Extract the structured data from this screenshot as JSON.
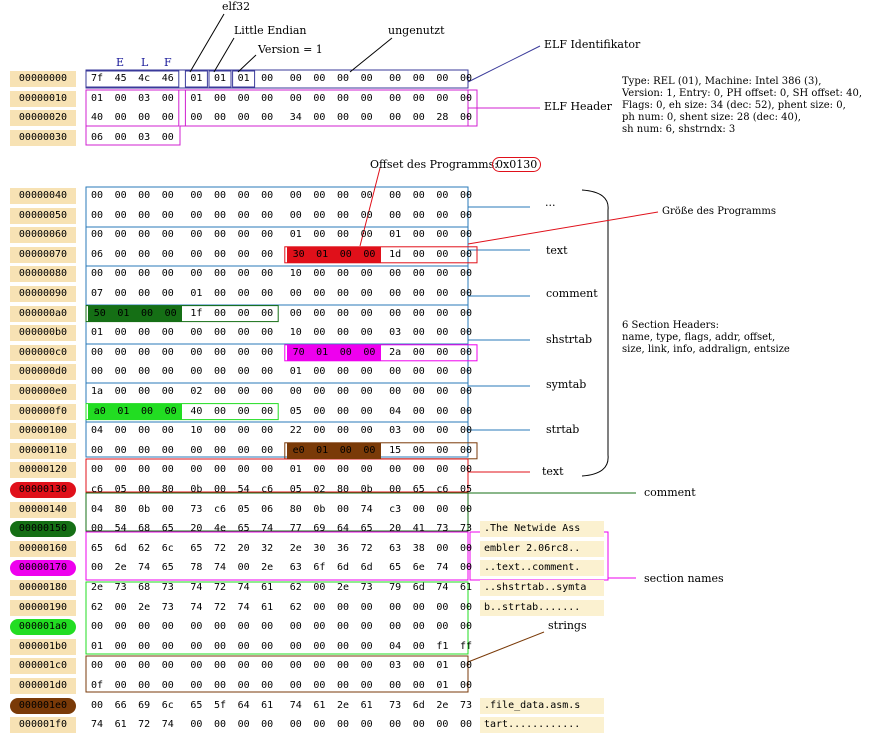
{
  "letters": [
    "E",
    "L",
    "F"
  ],
  "header_rows": [
    {
      "addr": "00000000",
      "bytes": [
        "7f",
        "45",
        "4c",
        "46",
        "01",
        "01",
        "01",
        "00",
        "00",
        "00",
        "00",
        "00",
        "00",
        "00",
        "00",
        "00"
      ]
    },
    {
      "addr": "00000010",
      "bytes": [
        "01",
        "00",
        "03",
        "00",
        "01",
        "00",
        "00",
        "00",
        "00",
        "00",
        "00",
        "00",
        "00",
        "00",
        "00",
        "00"
      ]
    },
    {
      "addr": "00000020",
      "bytes": [
        "40",
        "00",
        "00",
        "00",
        "00",
        "00",
        "00",
        "00",
        "34",
        "00",
        "00",
        "00",
        "00",
        "00",
        "28",
        "00"
      ]
    },
    {
      "addr": "00000030",
      "bytes": [
        "06",
        "00",
        "03",
        "00"
      ]
    }
  ],
  "section_rows": [
    {
      "addr": "00000040",
      "bytes": [
        "00",
        "00",
        "00",
        "00",
        "00",
        "00",
        "00",
        "00",
        "00",
        "00",
        "00",
        "00",
        "00",
        "00",
        "00",
        "00"
      ]
    },
    {
      "addr": "00000050",
      "bytes": [
        "00",
        "00",
        "00",
        "00",
        "00",
        "00",
        "00",
        "00",
        "00",
        "00",
        "00",
        "00",
        "00",
        "00",
        "00",
        "00"
      ]
    },
    {
      "addr": "00000060",
      "bytes": [
        "00",
        "00",
        "00",
        "00",
        "00",
        "00",
        "00",
        "00",
        "01",
        "00",
        "00",
        "00",
        "01",
        "00",
        "00",
        "00"
      ]
    },
    {
      "addr": "00000070",
      "bytes": [
        "06",
        "00",
        "00",
        "00",
        "00",
        "00",
        "00",
        "00",
        "30",
        "01",
        "00",
        "00",
        "1d",
        "00",
        "00",
        "00"
      ]
    },
    {
      "addr": "00000080",
      "bytes": [
        "00",
        "00",
        "00",
        "00",
        "00",
        "00",
        "00",
        "00",
        "10",
        "00",
        "00",
        "00",
        "00",
        "00",
        "00",
        "00"
      ]
    },
    {
      "addr": "00000090",
      "bytes": [
        "07",
        "00",
        "00",
        "00",
        "01",
        "00",
        "00",
        "00",
        "00",
        "00",
        "00",
        "00",
        "00",
        "00",
        "00",
        "00"
      ]
    },
    {
      "addr": "000000a0",
      "bytes": [
        "50",
        "01",
        "00",
        "00",
        "1f",
        "00",
        "00",
        "00",
        "00",
        "00",
        "00",
        "00",
        "00",
        "00",
        "00",
        "00"
      ]
    },
    {
      "addr": "000000b0",
      "bytes": [
        "01",
        "00",
        "00",
        "00",
        "00",
        "00",
        "00",
        "00",
        "10",
        "00",
        "00",
        "00",
        "03",
        "00",
        "00",
        "00"
      ]
    },
    {
      "addr": "000000c0",
      "bytes": [
        "00",
        "00",
        "00",
        "00",
        "00",
        "00",
        "00",
        "00",
        "70",
        "01",
        "00",
        "00",
        "2a",
        "00",
        "00",
        "00"
      ]
    },
    {
      "addr": "000000d0",
      "bytes": [
        "00",
        "00",
        "00",
        "00",
        "00",
        "00",
        "00",
        "00",
        "01",
        "00",
        "00",
        "00",
        "00",
        "00",
        "00",
        "00"
      ]
    },
    {
      "addr": "000000e0",
      "bytes": [
        "1a",
        "00",
        "00",
        "00",
        "02",
        "00",
        "00",
        "00",
        "00",
        "00",
        "00",
        "00",
        "00",
        "00",
        "00",
        "00"
      ]
    },
    {
      "addr": "000000f0",
      "bytes": [
        "a0",
        "01",
        "00",
        "00",
        "40",
        "00",
        "00",
        "00",
        "05",
        "00",
        "00",
        "00",
        "04",
        "00",
        "00",
        "00"
      ]
    },
    {
      "addr": "00000100",
      "bytes": [
        "04",
        "00",
        "00",
        "00",
        "10",
        "00",
        "00",
        "00",
        "22",
        "00",
        "00",
        "00",
        "03",
        "00",
        "00",
        "00"
      ]
    },
    {
      "addr": "00000110",
      "bytes": [
        "00",
        "00",
        "00",
        "00",
        "00",
        "00",
        "00",
        "00",
        "e0",
        "01",
        "00",
        "00",
        "15",
        "00",
        "00",
        "00"
      ]
    },
    {
      "addr": "00000120",
      "bytes": [
        "00",
        "00",
        "00",
        "00",
        "00",
        "00",
        "00",
        "00",
        "01",
        "00",
        "00",
        "00",
        "00",
        "00",
        "00",
        "00"
      ]
    },
    {
      "addr": "00000130",
      "bytes": [
        "c6",
        "05",
        "00",
        "80",
        "0b",
        "00",
        "54",
        "c6",
        "05",
        "02",
        "80",
        "0b",
        "00",
        "65",
        "c6",
        "05"
      ]
    },
    {
      "addr": "00000140",
      "bytes": [
        "04",
        "80",
        "0b",
        "00",
        "73",
        "c6",
        "05",
        "06",
        "80",
        "0b",
        "00",
        "74",
        "c3",
        "00",
        "00",
        "00"
      ]
    },
    {
      "addr": "00000150",
      "bytes": [
        "00",
        "54",
        "68",
        "65",
        "20",
        "4e",
        "65",
        "74",
        "77",
        "69",
        "64",
        "65",
        "20",
        "41",
        "73",
        "73"
      ]
    },
    {
      "addr": "00000160",
      "bytes": [
        "65",
        "6d",
        "62",
        "6c",
        "65",
        "72",
        "20",
        "32",
        "2e",
        "30",
        "36",
        "72",
        "63",
        "38",
        "00",
        "00"
      ]
    },
    {
      "addr": "00000170",
      "bytes": [
        "00",
        "2e",
        "74",
        "65",
        "78",
        "74",
        "00",
        "2e",
        "63",
        "6f",
        "6d",
        "6d",
        "65",
        "6e",
        "74",
        "00"
      ]
    },
    {
      "addr": "00000180",
      "bytes": [
        "2e",
        "73",
        "68",
        "73",
        "74",
        "72",
        "74",
        "61",
        "62",
        "00",
        "2e",
        "73",
        "79",
        "6d",
        "74",
        "61"
      ]
    },
    {
      "addr": "00000190",
      "bytes": [
        "62",
        "00",
        "2e",
        "73",
        "74",
        "72",
        "74",
        "61",
        "62",
        "00",
        "00",
        "00",
        "00",
        "00",
        "00",
        "00"
      ]
    },
    {
      "addr": "000001a0",
      "bytes": [
        "00",
        "00",
        "00",
        "00",
        "00",
        "00",
        "00",
        "00",
        "00",
        "00",
        "00",
        "00",
        "00",
        "00",
        "00",
        "00"
      ]
    },
    {
      "addr": "000001b0",
      "bytes": [
        "01",
        "00",
        "00",
        "00",
        "00",
        "00",
        "00",
        "00",
        "00",
        "00",
        "00",
        "00",
        "04",
        "00",
        "f1",
        "ff"
      ]
    },
    {
      "addr": "000001c0",
      "bytes": [
        "00",
        "00",
        "00",
        "00",
        "00",
        "00",
        "00",
        "00",
        "00",
        "00",
        "00",
        "00",
        "03",
        "00",
        "01",
        "00"
      ]
    },
    {
      "addr": "000001d0",
      "bytes": [
        "0f",
        "00",
        "00",
        "00",
        "00",
        "00",
        "00",
        "00",
        "00",
        "00",
        "00",
        "00",
        "00",
        "00",
        "01",
        "00"
      ]
    },
    {
      "addr": "000001e0",
      "bytes": [
        "00",
        "66",
        "69",
        "6c",
        "65",
        "5f",
        "64",
        "61",
        "74",
        "61",
        "2e",
        "61",
        "73",
        "6d",
        "2e",
        "73"
      ]
    },
    {
      "addr": "000001f0",
      "bytes": [
        "74",
        "61",
        "72",
        "74",
        "00",
        "00",
        "00",
        "00",
        "00",
        "00",
        "00",
        "00",
        "00",
        "00",
        "00",
        "00"
      ]
    }
  ],
  "ascii": {
    "a150": ".The Netwide Ass",
    "a160": "embler 2.06rc8..",
    "a170": "..text..comment.",
    "a180": "..shstrtab..symta",
    "a190": "b..strtab.......",
    "a1e0": ".file_data.asm.s",
    "a1f0": "tart............"
  },
  "labels": {
    "elf32": "elf32",
    "little_endian": "Little Endian",
    "version": "Version = 1",
    "ungenutzt": "ungenutzt",
    "elf_identifikator": "ELF Identifikator",
    "elf_header": "ELF Header",
    "offset_prefix": "Offset des Programms:",
    "offset_value": "0x0130",
    "groesse": "Größe des Programms",
    "dots": "...",
    "text": "text",
    "comment": "comment",
    "shstrtab": "shstrtab",
    "symtab": "symtab",
    "strtab": "strtab",
    "text2": "text",
    "comment2": "comment",
    "section_names": "section names",
    "strings": "strings"
  },
  "header_info": "Type: REL (01), Machine: Intel 386 (3),\nVersion: 1, Entry: 0, PH offset: 0, SH offset: 40,\nFlags: 0, eh size: 34 (dec: 52), phent size: 0,\nph num: 0, shent size: 28 (dec: 40),\nsh num: 6, shstrndx: 3",
  "section_headers_info": "6 Section Headers:\nname, type, flags, addr, offset,\nsize, link, info, addralign, entsize",
  "colors": {
    "addr_bg": "#f7e2b4",
    "ascii_bg": "#fbf1d0",
    "ident_box": "#3a3a9a",
    "header_box": "#d020d0",
    "section_box": "#2a7ab8",
    "text_section": "#e0101a",
    "comment_section": "#156f15",
    "shstrtab_section": "#ee00ee",
    "symtab_section": "#22dd22",
    "strtab_section": "#7a3a08"
  }
}
